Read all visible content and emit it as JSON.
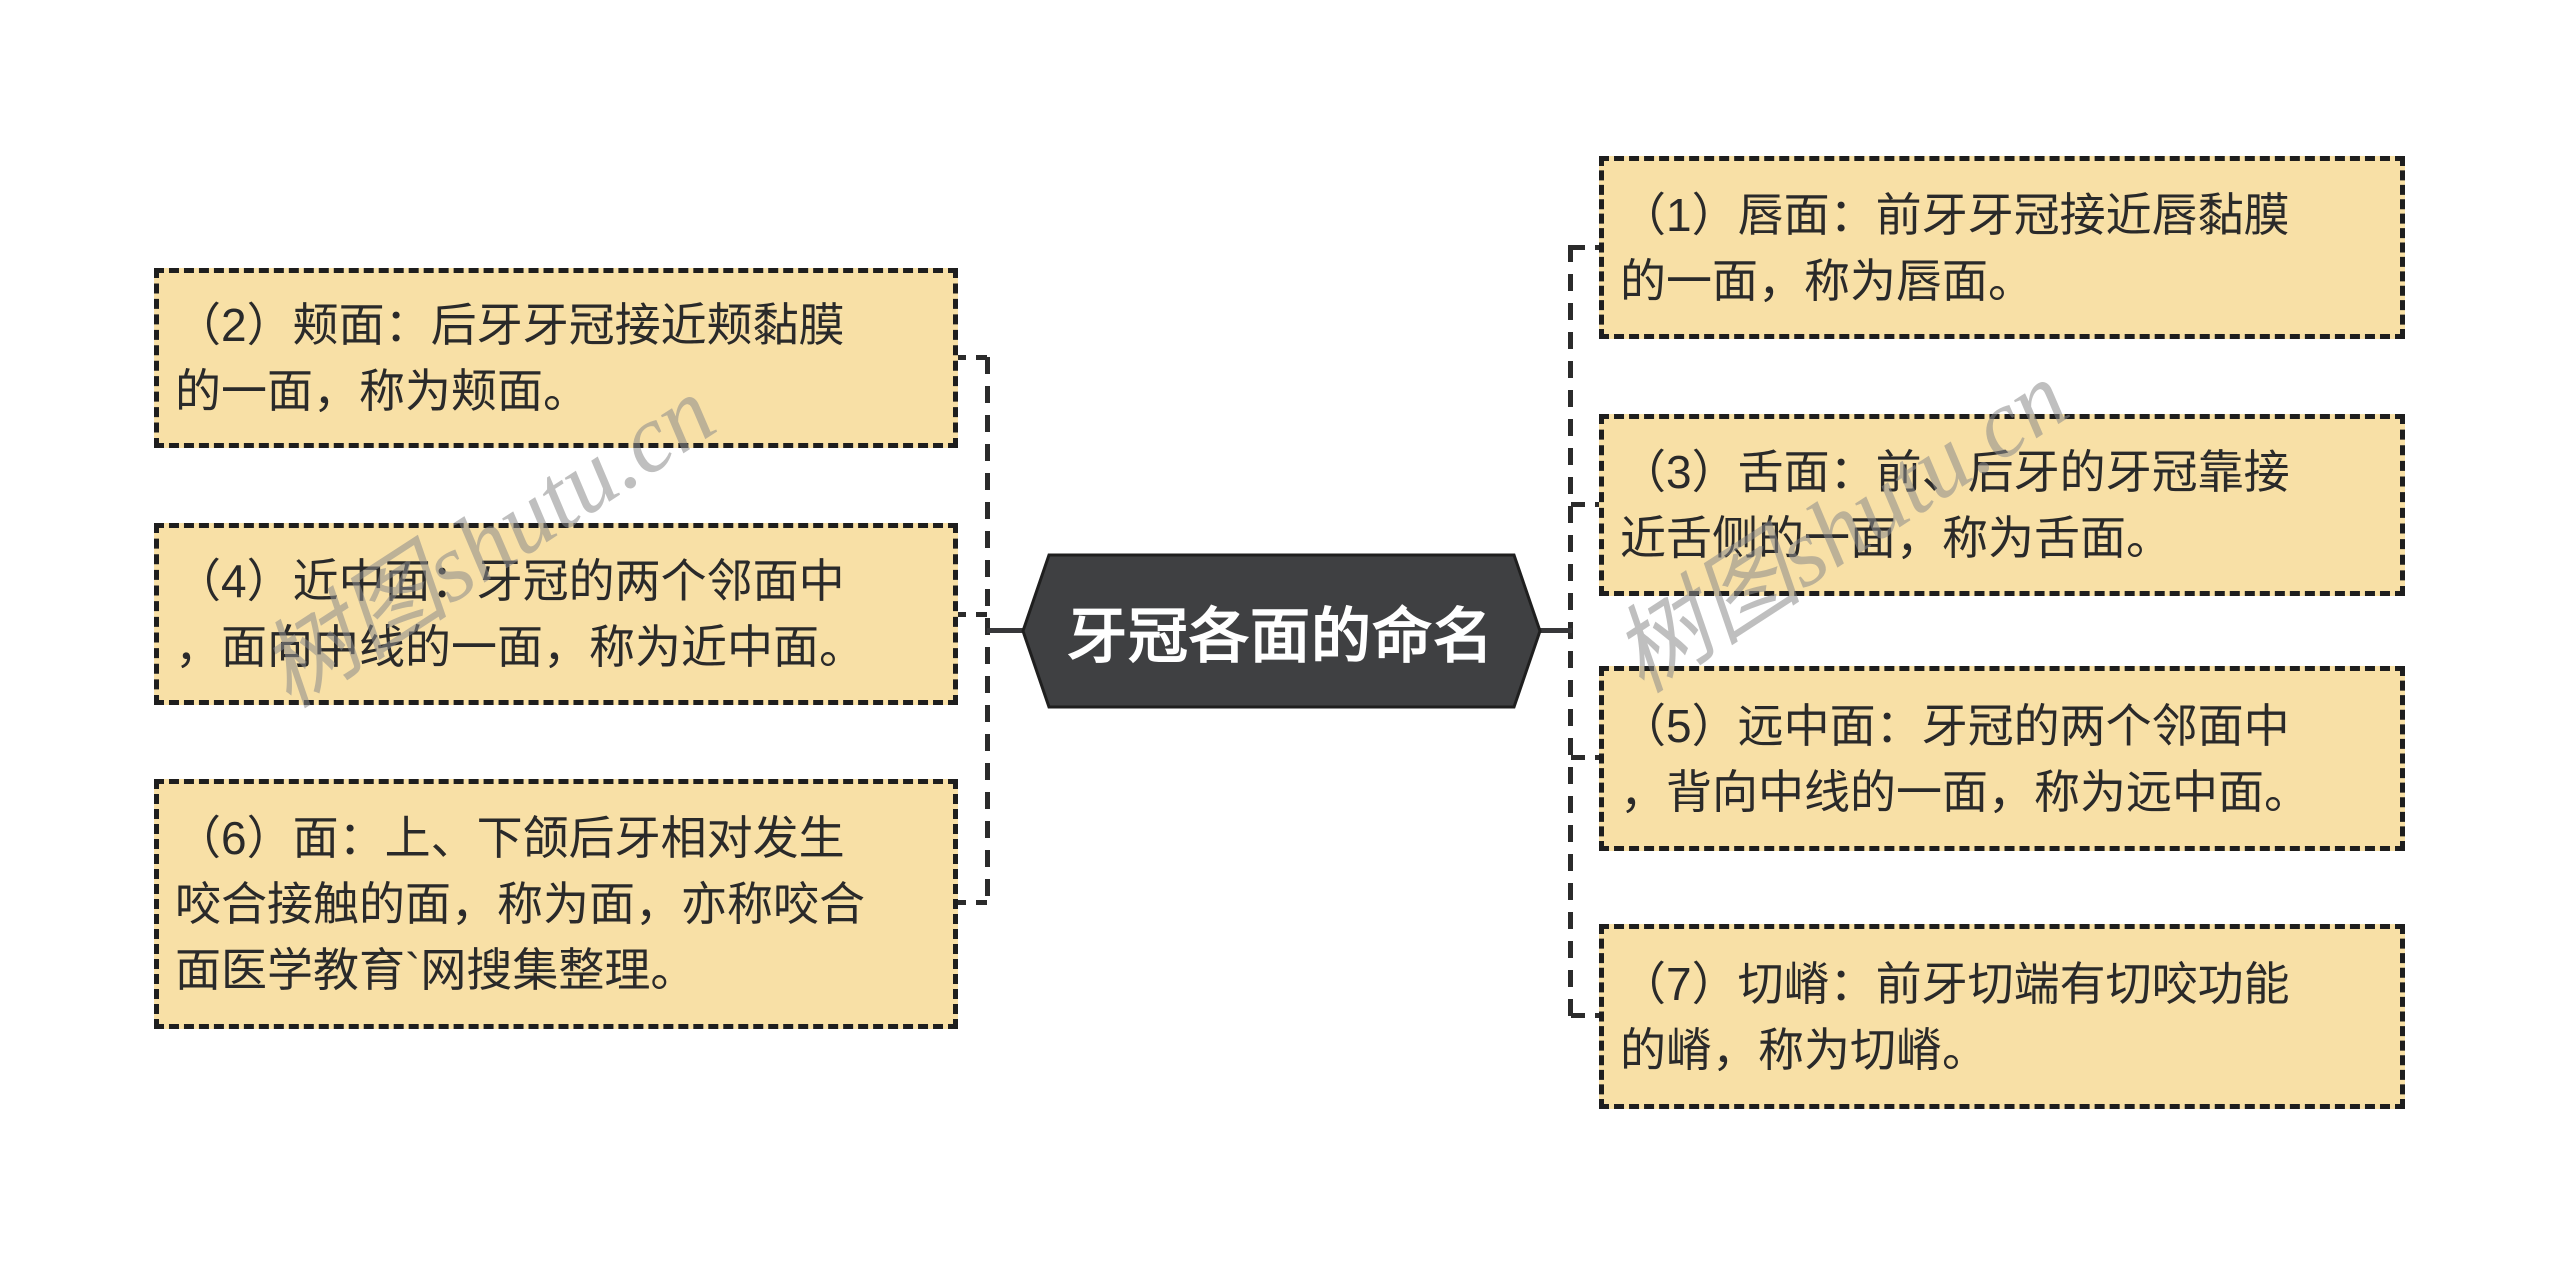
{
  "diagram": {
    "center": {
      "label": "牙冠各面的命名"
    },
    "left_nodes": [
      {
        "id": "2",
        "surface": "buccal",
        "lines": [
          "（2）颊面：后牙牙冠接近颊黏膜",
          "的一面，称为颊面。"
        ]
      },
      {
        "id": "4",
        "surface": "mesial",
        "lines": [
          "（4）近中面：牙冠的两个邻面中",
          "，面向中线的一面，称为近中面。"
        ]
      },
      {
        "id": "6",
        "surface": "occlusal",
        "lines": [
          "（6）面：上、下颌后牙相对发生",
          "咬合接触的面，称为面，亦称咬合",
          "面医学教育`网搜集整理。"
        ]
      }
    ],
    "right_nodes": [
      {
        "id": "1",
        "surface": "labial",
        "lines": [
          "（1）唇面：前牙牙冠接近唇黏膜",
          "的一面，称为唇面。"
        ]
      },
      {
        "id": "3",
        "surface": "lingual",
        "lines": [
          "（3）舌面：前、后牙的牙冠靠接",
          "近舌侧的一面，称为舌面。"
        ]
      },
      {
        "id": "5",
        "surface": "distal",
        "lines": [
          "（5）远中面：牙冠的两个邻面中",
          "，背向中线的一面，称为远中面。"
        ]
      },
      {
        "id": "7",
        "surface": "incisal-ridge",
        "lines": [
          "（7）切嵴：前牙切端有切咬功能",
          "的嵴，称为切嵴。"
        ]
      }
    ],
    "watermark": {
      "text": "树图shutu.cn"
    },
    "colors": {
      "background": "#FFFFFF",
      "node_fill": "#F8E0A6",
      "node_border": "#1E1E1E",
      "node_text": "#2A2A2A",
      "center_fill": "#3F4042",
      "center_stroke": "#1F1F1F",
      "center_text": "#FFFFFF",
      "connector": "#2B2B2B",
      "watermark": "#8A8A8A"
    }
  }
}
